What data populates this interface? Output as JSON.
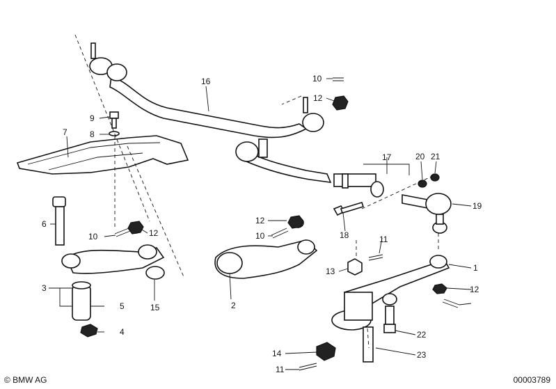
{
  "diagram": {
    "callouts": [
      "1",
      "2",
      "3",
      "4",
      "5",
      "6",
      "7",
      "8",
      "9",
      "10",
      "10",
      "10",
      "11",
      "11",
      "12",
      "12",
      "12",
      "12",
      "13",
      "14",
      "15",
      "16",
      "17",
      "18",
      "19",
      "20",
      "21",
      "22",
      "23"
    ]
  },
  "footer": {
    "copyright": "© BMW AG",
    "diagram_id": "00003789"
  }
}
